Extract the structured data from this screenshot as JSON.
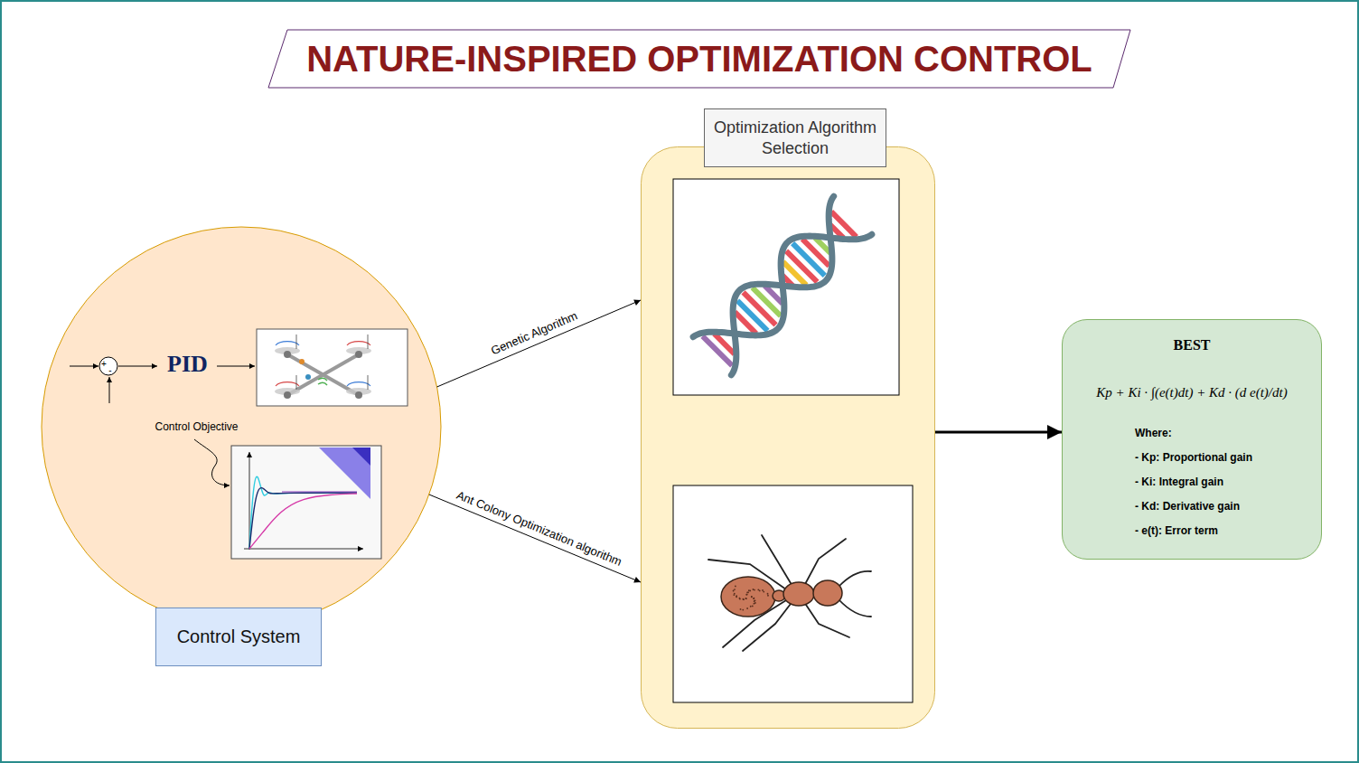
{
  "diagram": {
    "title": "NATURE-INSPIRED OPTIMIZATION CONTROL",
    "nodes": [
      {
        "text": [
          "Control System"
        ]
      },
      {
        "text": [
          "PID"
        ],
        "in": 0
      },
      {
        "text": [
          "Control Objective"
        ],
        "in": 0
      },
      {
        "text": [
          "Optimization Algorithm Selection"
        ]
      },
      {
        "text": [
          "BEST",
          "Kp + Ki · ∫(e(t)dt) + Kd · (d e(t)/dt)",
          "Where:",
          "- Kp: Proportional gain",
          "- Ki: Integral gain",
          "- Kd: Derivative gain",
          "- e(t): Error term"
        ]
      }
    ],
    "edges": [
      {
        "from": 0,
        "to": 3,
        "label": "Genetic Algorithm",
        "arrow": "to"
      },
      {
        "from": 0,
        "to": 3,
        "label": "Ant Colony Optimization algorithm",
        "arrow": "to"
      },
      {
        "from": 3,
        "to": 4,
        "arrow": "to"
      }
    ],
    "labels": [
      "+",
      "-"
    ]
  }
}
